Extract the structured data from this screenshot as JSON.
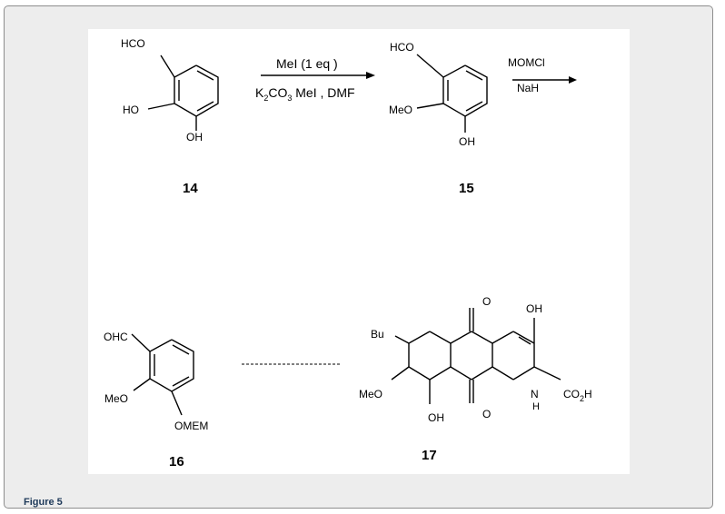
{
  "figure": {
    "caption": "Figure 5"
  },
  "compounds": {
    "c14": {
      "number": "14",
      "labels": {
        "cho": "HCO",
        "oh_a": "HO",
        "oh_b": "OH"
      }
    },
    "c15": {
      "number": "15",
      "labels": {
        "cho": "HCO",
        "ome": "MeO",
        "oh": "OH"
      }
    },
    "c16": {
      "number": "16",
      "labels": {
        "cho": "OHC",
        "ome": "MeO",
        "omem": "OMEM"
      }
    },
    "c17": {
      "number": "17",
      "labels": {
        "bu": "Bu",
        "ome": "MeO",
        "oh_bottom": "OH",
        "oh_top": "OH",
        "o_top": "O",
        "o_bottom": "O",
        "n": "N",
        "h": "H",
        "co2h_main": "CO",
        "co2h_sub": "2",
        "co2h_tail": "H"
      }
    }
  },
  "reactions": {
    "step1": {
      "above": "MeI (1 eq )",
      "below_k": "K",
      "below_k_sub": "2",
      "below_co": "CO",
      "below_co_sub": "3",
      "below_rest": " MeI , DMF"
    },
    "step2": {
      "above": "MOMCl",
      "below": "NaH"
    }
  },
  "colors": {
    "frame_bg": "#ededed",
    "frame_border": "#8e8e8e",
    "caption": "#1f3a5a",
    "canvas": "#ffffff"
  }
}
